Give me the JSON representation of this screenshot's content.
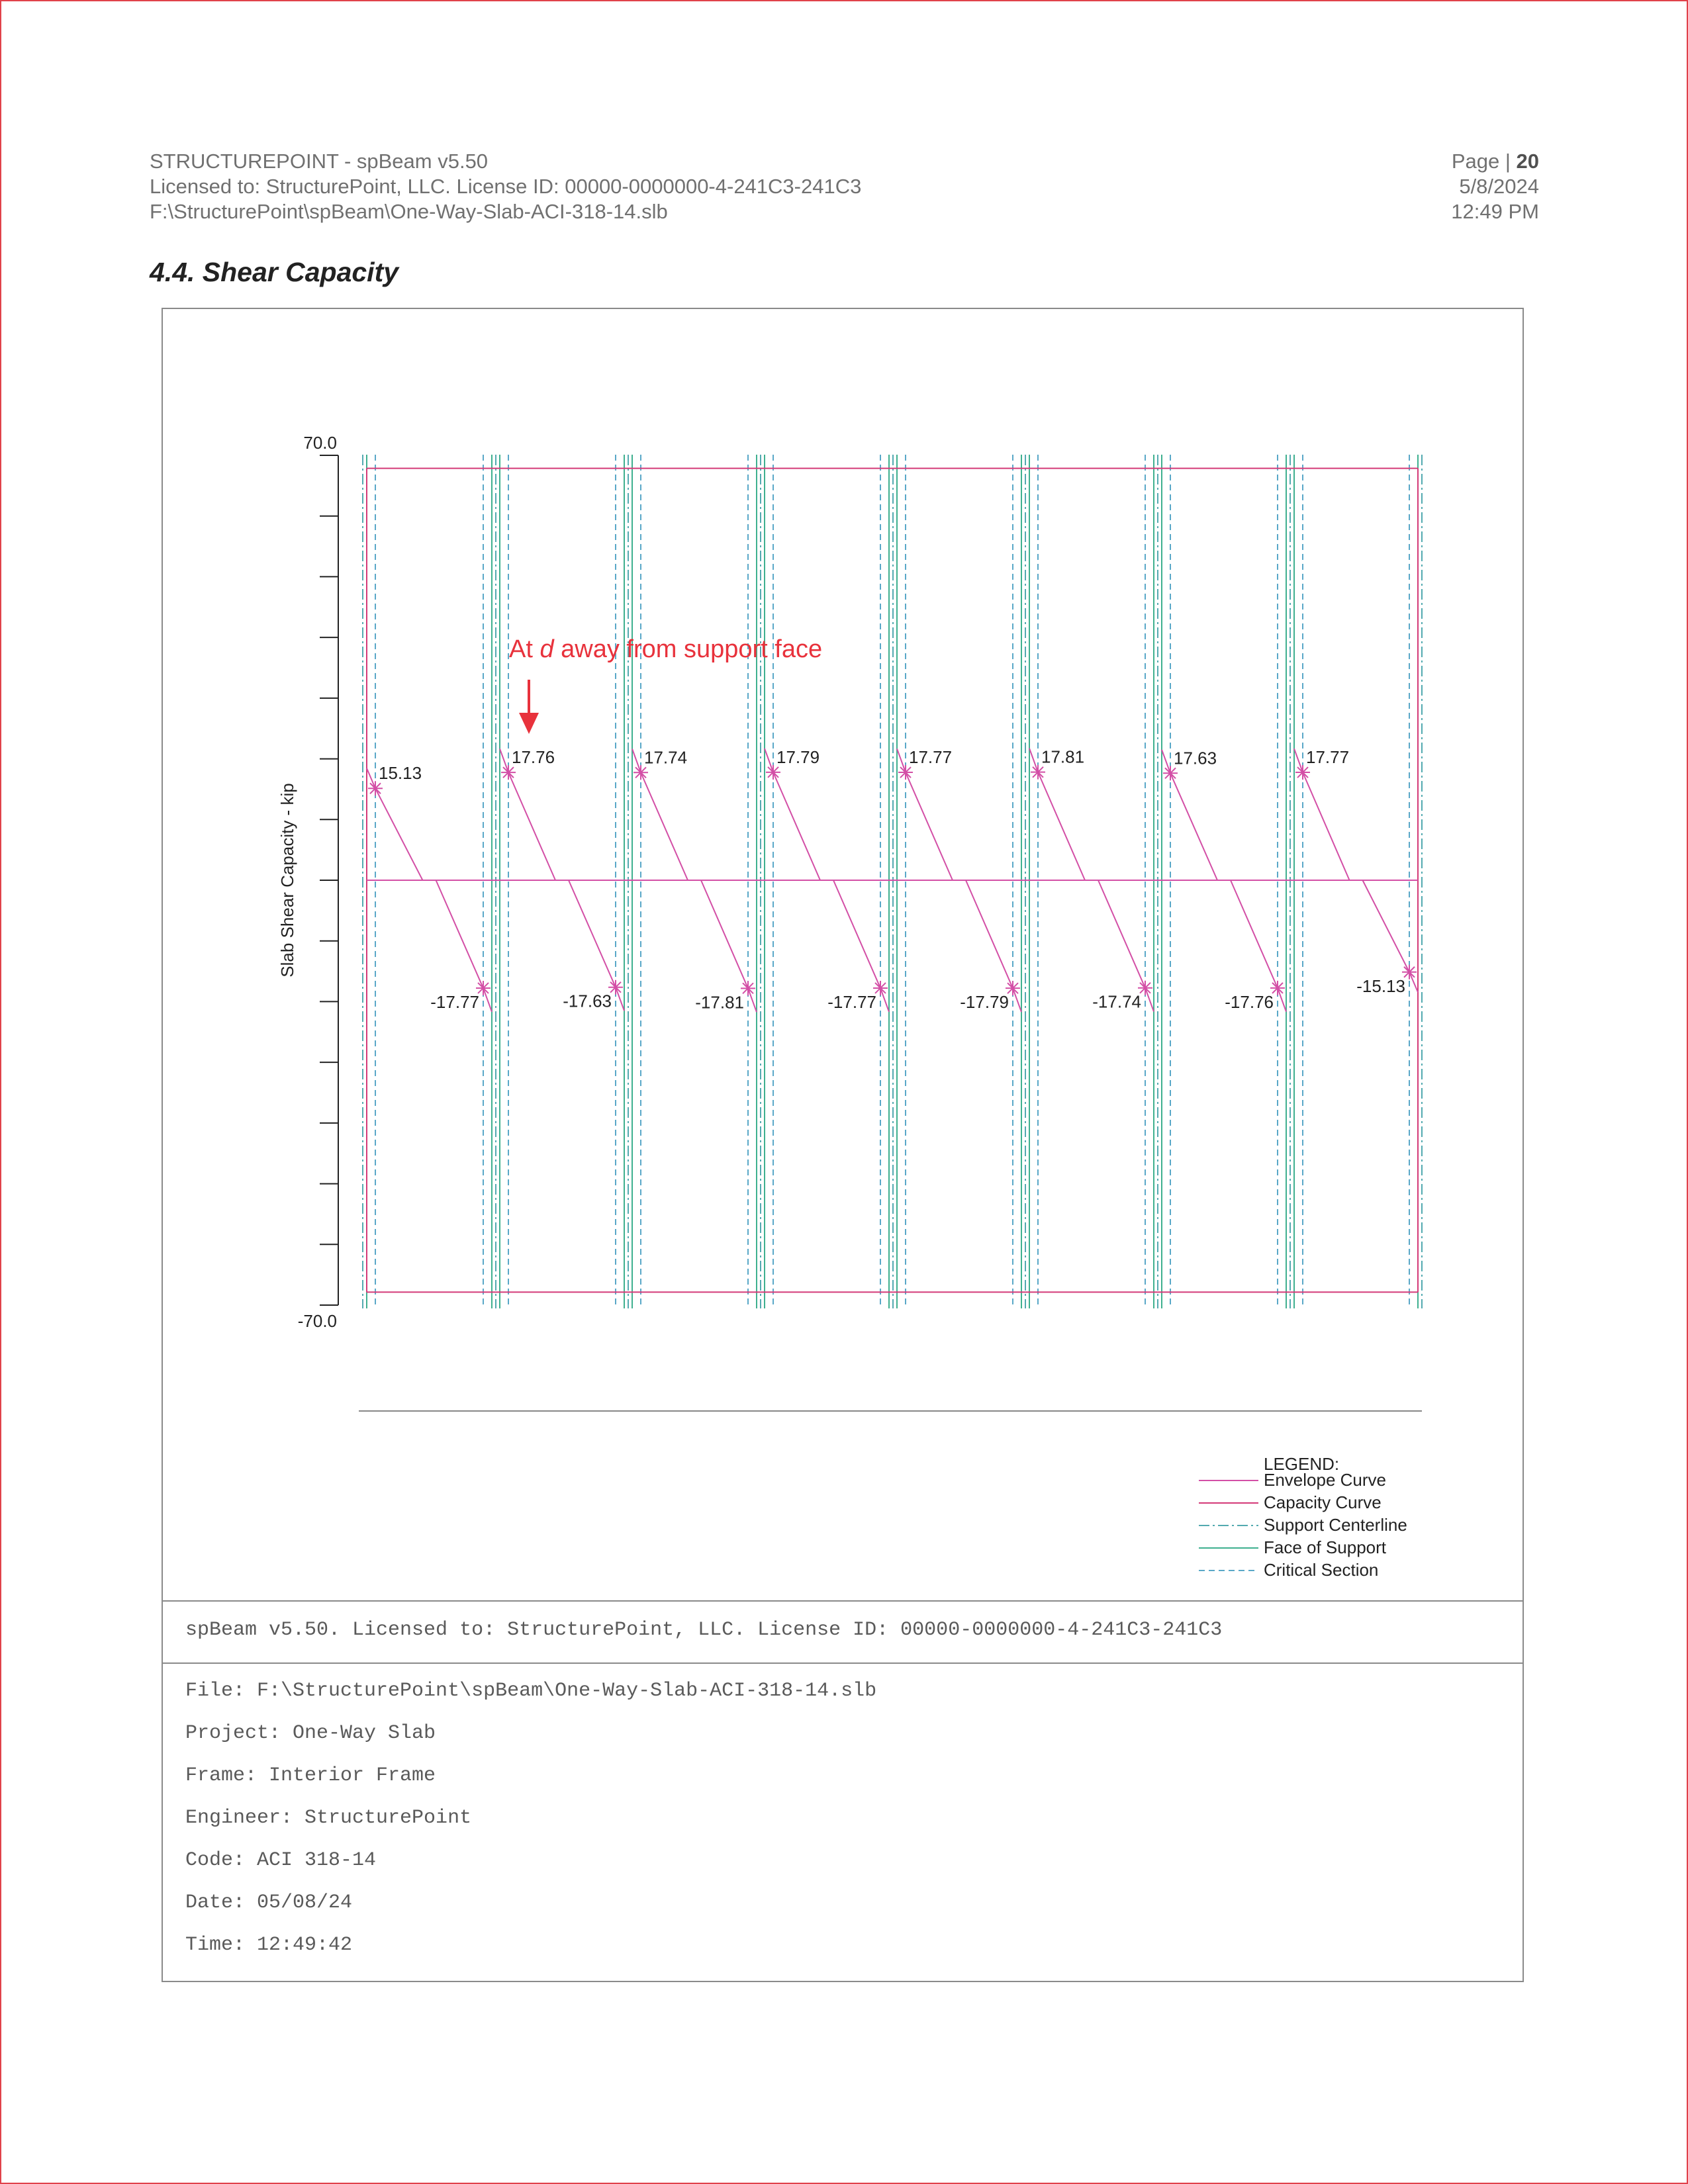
{
  "header": {
    "product": "STRUCTUREPOINT - spBeam v5.50",
    "license": "Licensed to: StructurePoint, LLC. License ID: 00000-0000000-4-241C3-241C3",
    "file_path": "F:\\StructurePoint\\spBeam\\One-Way-Slab-ACI-318-14.slb",
    "page_label": "Page | ",
    "page_number": "20",
    "date": "5/8/2024",
    "time": "12:49 PM"
  },
  "section_title": "4.4. Shear Capacity",
  "annotation": {
    "prefix": "At ",
    "italic": "d",
    "suffix": " away from support face",
    "color": "#e8323c"
  },
  "chart_data": {
    "type": "line",
    "ylabel": "Slab Shear Capacity - kip",
    "ylim": [
      -70.0,
      70.0
    ],
    "y_tick_labels": [
      "70.0",
      "-70.0"
    ],
    "spans": 8,
    "capacity": 67.86,
    "positive_labels": [
      "15.13",
      "17.76",
      "17.74",
      "17.79",
      "17.77",
      "17.81",
      "17.63",
      "17.77"
    ],
    "negative_labels": [
      "-17.77",
      "-17.63",
      "-17.81",
      "-17.77",
      "-17.79",
      "-17.74",
      "-17.76",
      "-15.13"
    ],
    "positive_values": [
      15.13,
      17.76,
      17.74,
      17.79,
      17.77,
      17.81,
      17.63,
      17.77
    ],
    "negative_values": [
      -17.77,
      -17.63,
      -17.81,
      -17.77,
      -17.79,
      -17.74,
      -17.76,
      -15.13
    ],
    "colors": {
      "envelope": "#d34fa6",
      "capacity": "#d43a78",
      "support_centerline": "#53aab0",
      "face_of_support": "#3fb08f",
      "critical_section": "#5aa8c8",
      "axis": "#222222"
    },
    "legend": {
      "title": "LEGEND:",
      "items": [
        "Envelope Curve",
        "Capacity Curve",
        "Support Centerline",
        "Face of Support",
        "Critical Section"
      ]
    }
  },
  "footer": {
    "license_line": "spBeam v5.50. Licensed to: StructurePoint, LLC. License ID: 00000-0000000-4-241C3-241C3",
    "file": "File: F:\\StructurePoint\\spBeam\\One-Way-Slab-ACI-318-14.slb",
    "project": "Project: One-Way Slab",
    "frame": "Frame: Interior Frame",
    "engineer": "Engineer: StructurePoint",
    "code": "Code: ACI 318-14",
    "date": "Date: 05/08/24",
    "time": "Time: 12:49:42"
  }
}
